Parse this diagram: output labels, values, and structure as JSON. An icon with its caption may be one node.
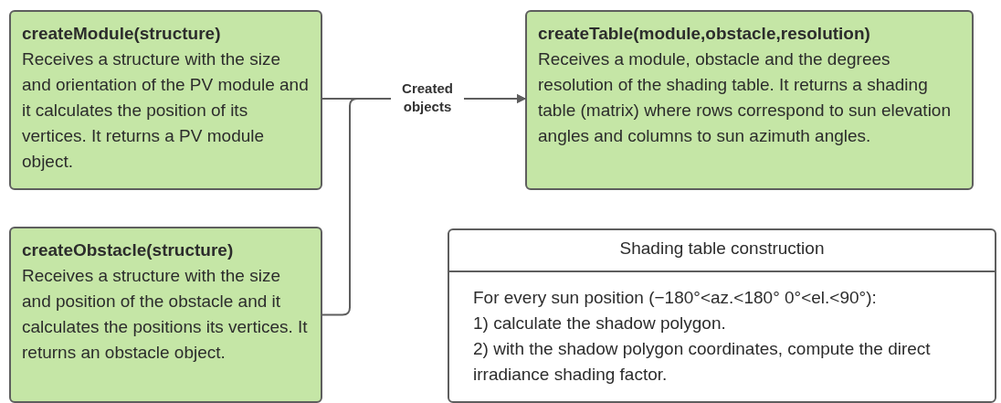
{
  "diagram": {
    "nodes": [
      {
        "text": [
          "createModule(structure)",
          "Receives a structure with the size and orientation of the PV module and it calculates the position of its vertices. It returns a PV module object."
        ]
      },
      {
        "text": [
          "createTable(module,obstacle,resolution)",
          "Receives a module, obstacle and the degrees resolution of the shading table. It returns a shading table (matrix) where rows correspond to sun elevation angles and columns to sun azimuth angles."
        ]
      },
      {
        "text": [
          "createObstacle(structure)",
          "Receives a structure with the size and position of the obstacle and it calculates the positions its vertices. It returns an obstacle object."
        ]
      },
      {
        "text": [
          "Shading table construction",
          "For every sun position (−180°<az.<180° 0°<el.<90°):",
          "1) calculate the shadow polygon.",
          "2) with the shadow polygon coordinates, compute the direct irradiance shading factor."
        ]
      }
    ],
    "edges": [
      {
        "from": 0,
        "to": 1,
        "arrow": "to",
        "label": "Created objects"
      },
      {
        "from": 2,
        "to": 1,
        "arrow": "to"
      }
    ]
  }
}
